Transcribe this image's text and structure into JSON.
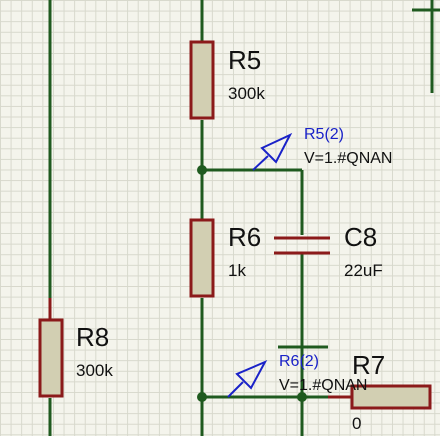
{
  "components": {
    "r5": {
      "ref": "R5",
      "value": "300k"
    },
    "r6": {
      "ref": "R6",
      "value": "1k"
    },
    "c8": {
      "ref": "C8",
      "value": "22uF"
    },
    "r8": {
      "ref": "R8",
      "value": "300k"
    },
    "r7": {
      "ref": "R7",
      "value": "0"
    }
  },
  "probes": [
    {
      "name": "R5(2)",
      "reading": "V=1.#QNAN"
    },
    {
      "name": "R6(2)",
      "reading": "V=1.#QNAN"
    }
  ],
  "colors": {
    "wire": "#1f5a1f",
    "component_outline": "#8b1a1a",
    "component_fill": "#d2cfb2",
    "probe": "#1a22c8",
    "grid": "#d7d8cc",
    "background": "#f4f4ec"
  }
}
